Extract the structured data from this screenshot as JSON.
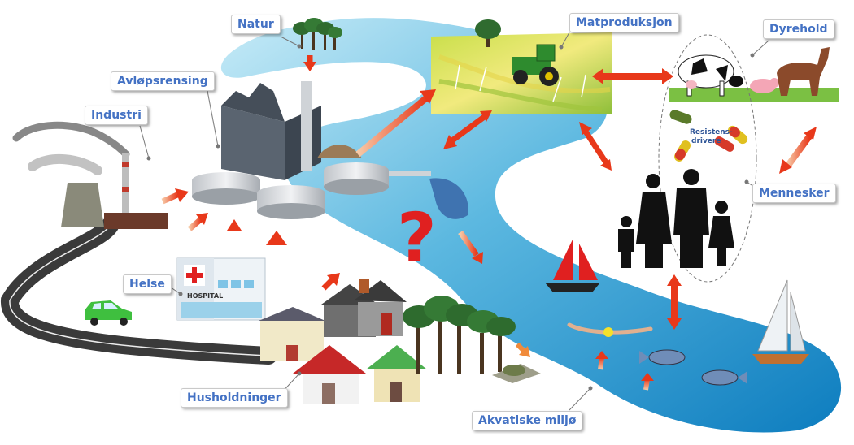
{
  "labels": {
    "natur": "Natur",
    "matproduksjon": "Matproduksjon",
    "dyrehold": "Dyrehold",
    "avlopsrensing": "Avløpsrensing",
    "industri": "Industri",
    "mennesker": "Mennesker",
    "helse": "Helse",
    "husholdninger": "Husholdninger",
    "akvatiske": "Akvatiske miljø"
  },
  "resistens": {
    "line1": "Resistens-",
    "line2": "drivere"
  },
  "hospital_sign": "HOSPITAL",
  "question_mark": "?",
  "colors": {
    "label_text": "#4472c4",
    "river_light": "#9ed8ef",
    "river_dark": "#1f8fc6",
    "arrow_red": "#e8381a",
    "arrow_orange": "#f08a3a",
    "question": "#e02020",
    "road": "#3a3a3a",
    "field_yellow": "#e8e070",
    "field_green": "#a6c93c"
  }
}
